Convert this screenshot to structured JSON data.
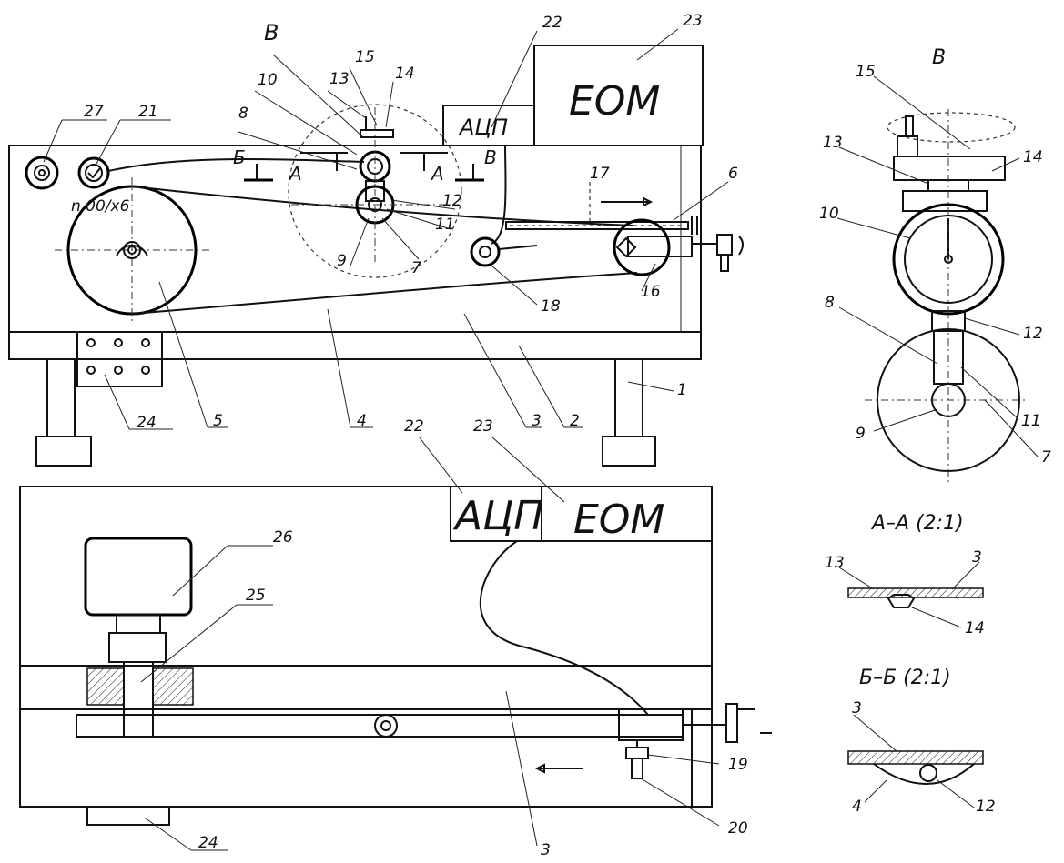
{
  "blocks": {
    "adc_label": "АЦП",
    "computer_label": "ЕОМ"
  },
  "views": {
    "detail_b": "В",
    "section_aa": "A–A (2:1)",
    "section_bb": "Б–Б (2:1)"
  },
  "section_marks": {
    "a_left": "A",
    "a_right": "A",
    "b_left": "Б",
    "b_right": "В",
    "b_top": "В"
  },
  "annotations": {
    "speed_note": "n 00/x6"
  },
  "callouts": {
    "c1": "1",
    "c2": "2",
    "c3": "3",
    "c4": "4",
    "c5": "5",
    "c6": "6",
    "c7": "7",
    "c8": "8",
    "c9": "9",
    "c10": "10",
    "c11": "11",
    "c12": "12",
    "c13": "13",
    "c14": "14",
    "c15": "15",
    "c16": "16",
    "c17": "17",
    "c18": "18",
    "c19": "19",
    "c20": "20",
    "c21": "21",
    "c22": "22",
    "c23": "23",
    "c24": "24",
    "c25": "25",
    "c26": "26",
    "c27": "27"
  }
}
